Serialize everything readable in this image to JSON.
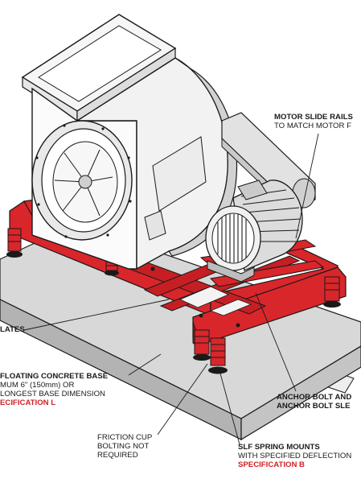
{
  "colors": {
    "base_frame": "#d9262b",
    "base_frame_dark": "#a3161a",
    "concrete": "#d8d8d8",
    "concrete_side": "#b3b3b3",
    "line": "#1a1a1a",
    "spec_text": "#d11f24"
  },
  "callouts": {
    "motor_rails": {
      "line1": "MOTOR SLIDE RAILS",
      "line2": "TO MATCH MOTOR F"
    },
    "plates": {
      "line1": "LATES"
    },
    "concrete_base": {
      "line1": "FLOATING CONCRETE BASE",
      "line2": "MUM 6\" (150mm) OR",
      "line3": "LONGEST BASE DIMENSION",
      "line4": "ECIFICATION L"
    },
    "anchor_bolt": {
      "line1": "ANCHOR BOLT AND",
      "line2": "ANCHOR BOLT SLE"
    },
    "friction_cup": {
      "line1": "FRICTION CUP",
      "line2": "BOLTING NOT",
      "line3": "REQUIRED"
    },
    "spring_mounts": {
      "line1": "SLF SPRING MOUNTS",
      "line2": "WITH SPECIFIED DEFLECTION",
      "line3": "SPECIFICATION B"
    }
  }
}
